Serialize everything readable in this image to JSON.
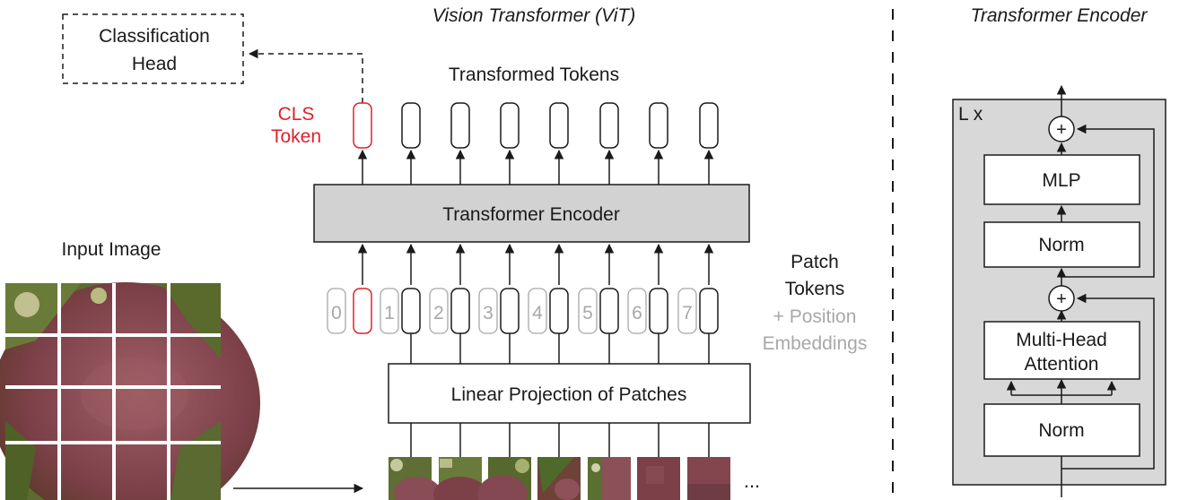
{
  "titles": {
    "vit": "Vision Transformer (ViT)",
    "encoder": "Transformer Encoder"
  },
  "classification_head": {
    "line1": "Classification",
    "line2": "Head"
  },
  "transformed_tokens": "Transformed Tokens",
  "cls_token": {
    "line1": "CLS",
    "line2": "Token"
  },
  "transformer_encoder_box": "Transformer Encoder",
  "patch_tokens": {
    "line1": "Patch",
    "line2": "Tokens",
    "line3": "+ Position",
    "line4": "Embeddings"
  },
  "position_indices": [
    "0",
    "1",
    "2",
    "3",
    "4",
    "5",
    "6",
    "7"
  ],
  "linear_projection": "Linear Projection of Patches",
  "input_image": "Input Image",
  "ellipsis": "...",
  "encoder_block": {
    "repeat_label": "L x",
    "mlp": "MLP",
    "norm_top": "Norm",
    "attention_line1": "Multi-Head",
    "attention_line2": "Attention",
    "norm_bottom": "Norm",
    "plus": "+"
  },
  "colors": {
    "cls_red": "#e0202a",
    "encoder_fill": "#d2d2d2",
    "panel_fill": "#d8d8d8",
    "muted_text": "#a8a8a8",
    "stroke": "#1a1a1a"
  }
}
